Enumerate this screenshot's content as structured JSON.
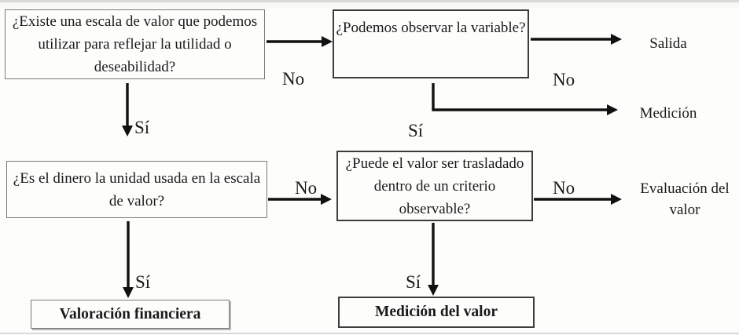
{
  "diagram": {
    "boxes": {
      "q1": "¿Existe una escala de valor que podemos utilizar para reflejar la utilidad o deseabilidad?",
      "q2": "¿Podemos observar la variable?",
      "q3": "¿Es el dinero la unidad usada en la escala de valor?",
      "q4": "¿Puede el valor ser trasladado dentro de un criterio observable?",
      "financial_valuation": "Valoración financiera",
      "value_measurement": "Medición del valor"
    },
    "terminals": {
      "salida": "Salida",
      "medicion": "Medición",
      "evaluacion": "Evaluación del valor"
    },
    "edge_labels": {
      "no_q1_to_q2": "No",
      "si_q1_to_q3": "Sí",
      "no_q2_to_medicion": "No",
      "si_q2_down": "Sí",
      "no_q3_to_q4": "No",
      "si_q3_to_financial": "Sí",
      "no_q4_to_evaluacion": "No",
      "si_q4_to_measurement": "Sí"
    },
    "colors": {
      "arrow": "#111111",
      "text": "#1a1a1a",
      "box_border_light": "#7a7a7a",
      "box_border_dark": "#3d3d3d",
      "background": "#fdfdfb"
    }
  }
}
